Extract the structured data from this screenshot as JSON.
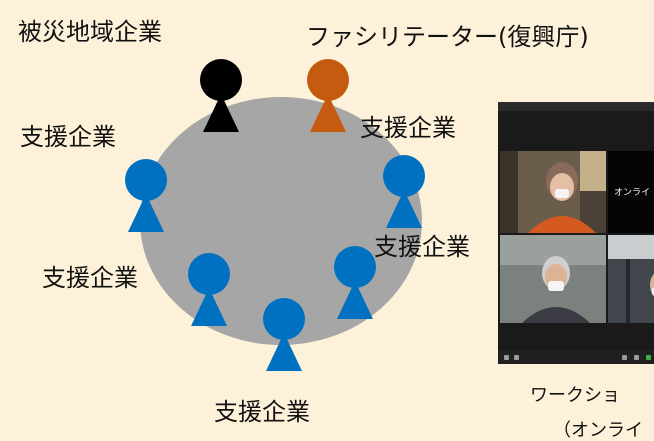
{
  "labels": {
    "affected_company": "被災地域企業",
    "facilitator": "ファシリテーター(復興庁)",
    "support_company": "支援企業"
  },
  "participants": [
    {
      "role": "affected_company",
      "color": "#000000"
    },
    {
      "role": "facilitator",
      "color": "#c55a11"
    },
    {
      "role": "support_company",
      "color": "#0070c0"
    },
    {
      "role": "support_company",
      "color": "#0070c0"
    },
    {
      "role": "support_company",
      "color": "#0070c0"
    },
    {
      "role": "support_company",
      "color": "#0070c0"
    },
    {
      "role": "support_company",
      "color": "#0070c0"
    },
    {
      "role": "support_company",
      "color": "#0070c0"
    }
  ],
  "table_color": "#a6a6a6",
  "online_meeting": {
    "tile_text": "オンライ"
  },
  "caption": {
    "line1": "ワークショ",
    "line2": "（オンライ"
  }
}
